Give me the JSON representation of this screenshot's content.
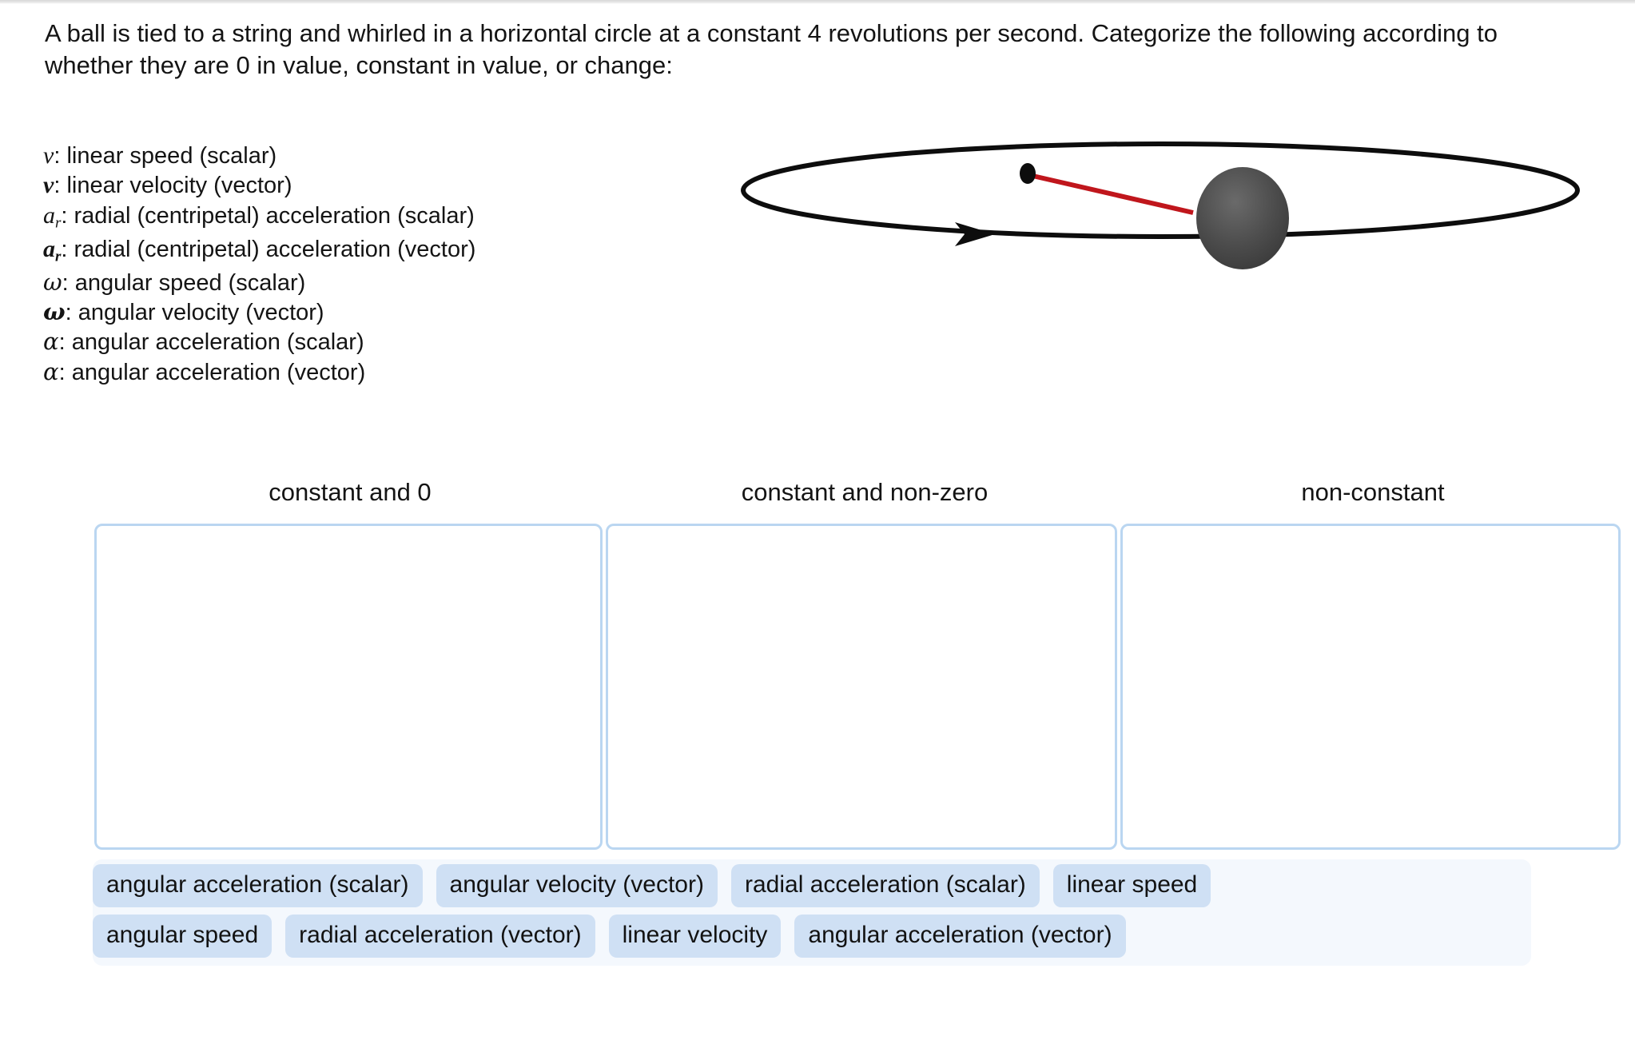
{
  "question": {
    "text": "A ball is tied to a string and whirled in a horizontal circle at a constant 4 revolutions per second. Categorize the following according to whether they are 0 in value, constant in value, or change:"
  },
  "legend": {
    "items": [
      {
        "symbol": "v",
        "subscript": "",
        "vector": false,
        "greek": false,
        "label": ":  linear speed (scalar)"
      },
      {
        "symbol": "v",
        "subscript": "",
        "vector": true,
        "greek": false,
        "label": ": linear velocity (vector)"
      },
      {
        "symbol": "a",
        "subscript": "r",
        "vector": false,
        "greek": false,
        "label": ": radial (centripetal) acceleration (scalar)"
      },
      {
        "symbol": "a",
        "subscript": "r",
        "vector": true,
        "greek": false,
        "label": ": radial (centripetal) acceleration (vector)"
      },
      {
        "symbol": "ω",
        "subscript": "",
        "vector": false,
        "greek": true,
        "label": ": angular speed (scalar)"
      },
      {
        "symbol": "ω",
        "subscript": "",
        "vector": true,
        "greek": true,
        "label": ": angular velocity (vector)"
      },
      {
        "symbol": "α",
        "subscript": "",
        "vector": false,
        "greek": true,
        "label": ": angular acceleration (scalar)"
      },
      {
        "symbol": "α",
        "subscript": "",
        "vector": false,
        "greek": true,
        "label": ": angular acceleration (vector)"
      }
    ]
  },
  "diagram": {
    "name": "ball-on-string-diagram",
    "orbit_color": "#000000",
    "string_color": "#c0161c",
    "ball_color": "#4a4a4a",
    "center_dot_color": "#000000",
    "direction_arrow": "counter-clockwise"
  },
  "zones": {
    "headers": [
      "constant and 0",
      "constant and non-zero",
      "non-constant"
    ],
    "contents": [
      [],
      [],
      []
    ]
  },
  "tray": {
    "rows": [
      [
        "angular acceleration (scalar)",
        "angular velocity (vector)",
        "radial acceleration (scalar)",
        "linear speed"
      ],
      [
        "angular speed",
        "radial acceleration (vector)",
        "linear velocity",
        "angular acceleration (vector)"
      ]
    ]
  },
  "colors": {
    "zone_border": "#bad6f1",
    "chip_background": "#cfe0f4",
    "tray_background": "#f4f8fd",
    "text": "#141414"
  }
}
